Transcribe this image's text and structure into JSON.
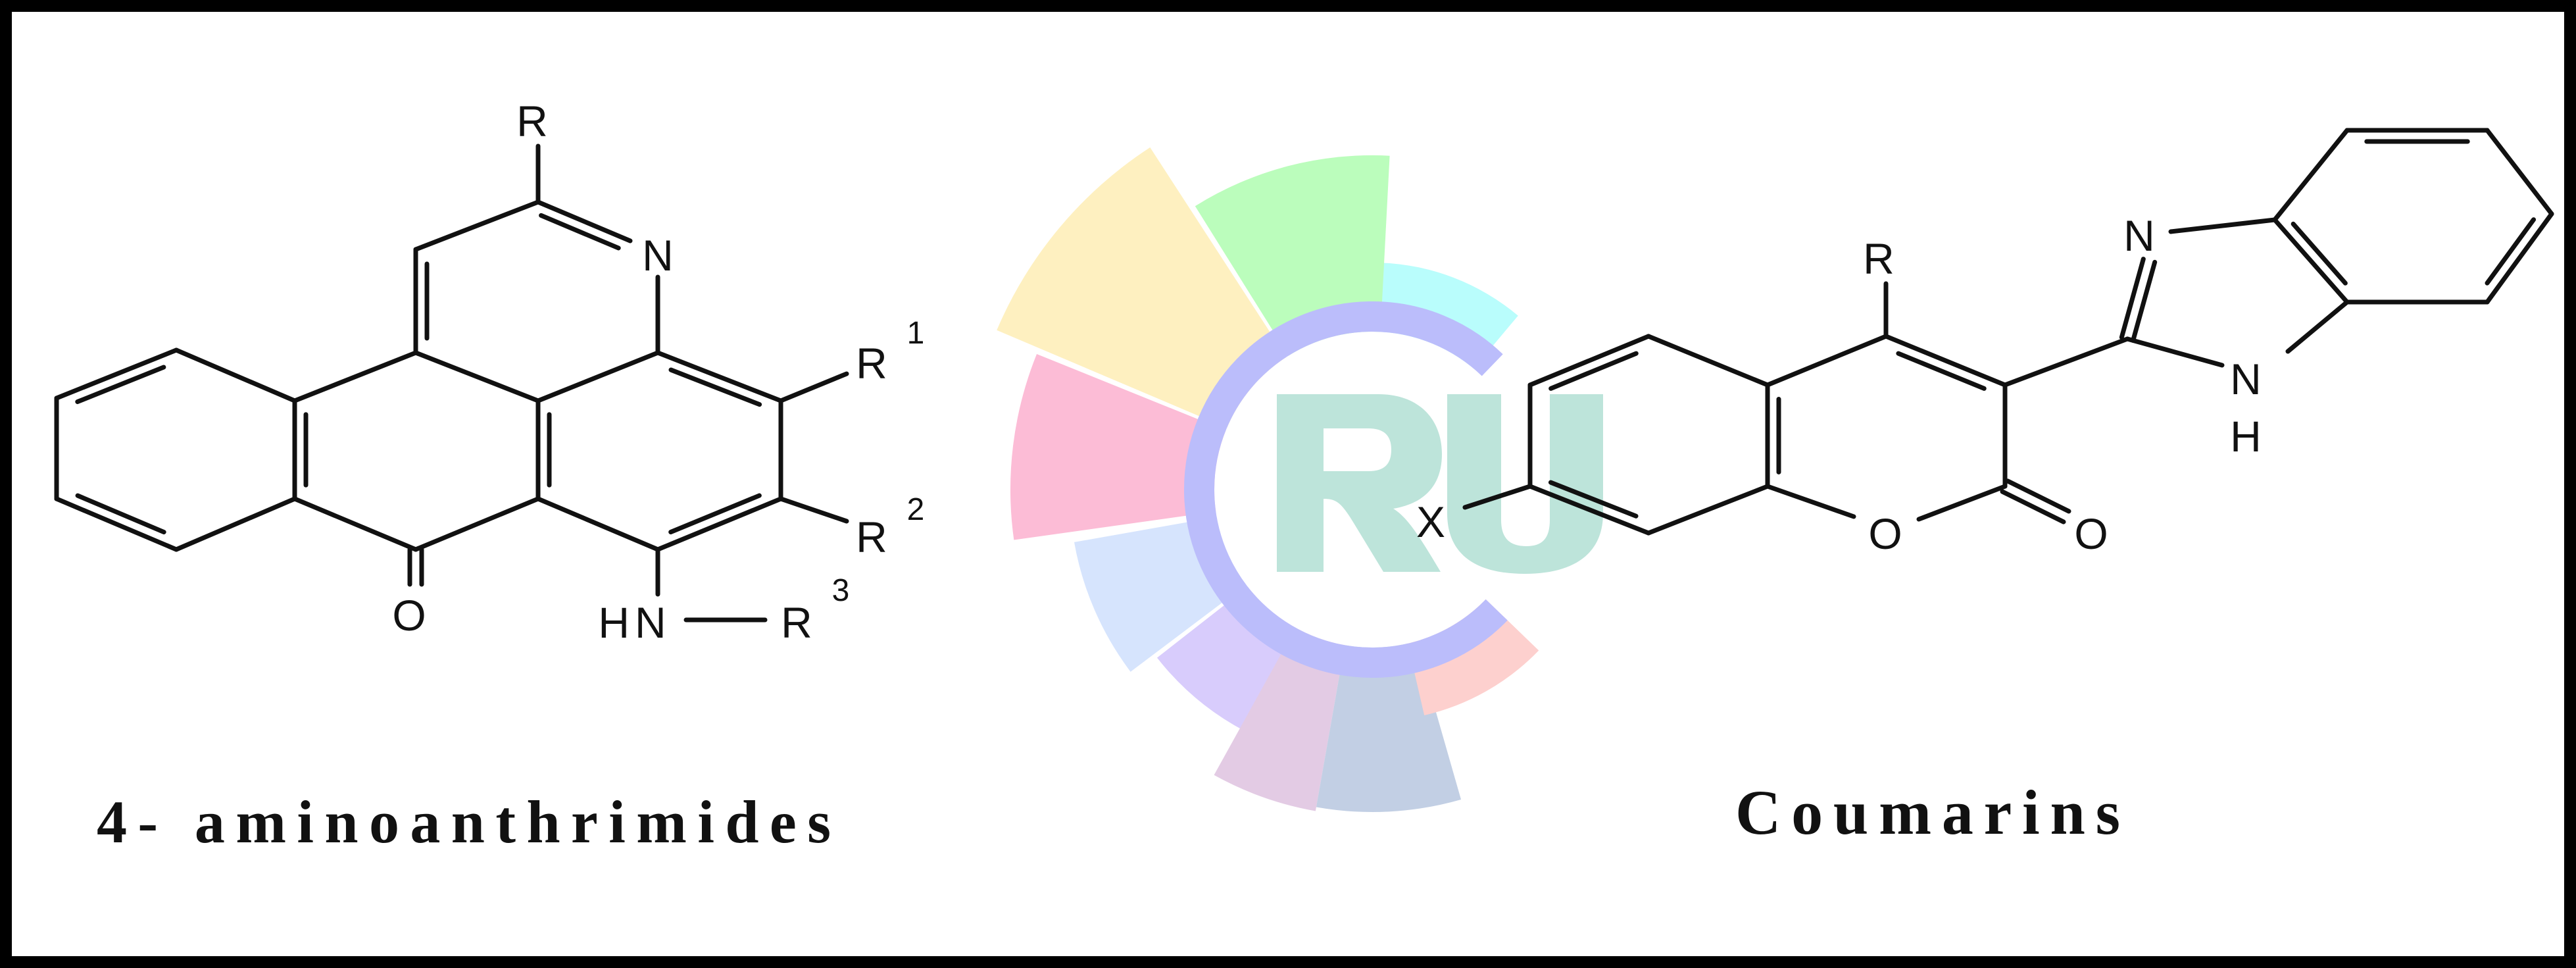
{
  "left_structure": {
    "name": "4- aminoanthrimides",
    "atoms": {
      "r_top": "R",
      "n_ring": "N",
      "r1": "R",
      "r1_sup": "1",
      "r2": "R",
      "r2_sup": "2",
      "o": "O",
      "hn": "HN",
      "r3": "R",
      "r3_sup": "3"
    }
  },
  "right_structure": {
    "name": "Coumarins",
    "atoms": {
      "r": "R",
      "x": "X",
      "o_ring": "O",
      "o_carbonyl": "O",
      "n_imine": "N",
      "n_amine": "N",
      "h": "H"
    }
  },
  "logo": {
    "text": "RU",
    "colors": {
      "ring": "#bbbdfb",
      "letters": "#bde4da",
      "petals": [
        "#b9fdfc",
        "#bbfdbc",
        "#fef0c0",
        "#fcbcd6",
        "#d6e4fd",
        "#d8ccfc",
        "#e3cbe4",
        "#c2cfe4",
        "#fdd0ce"
      ]
    }
  }
}
